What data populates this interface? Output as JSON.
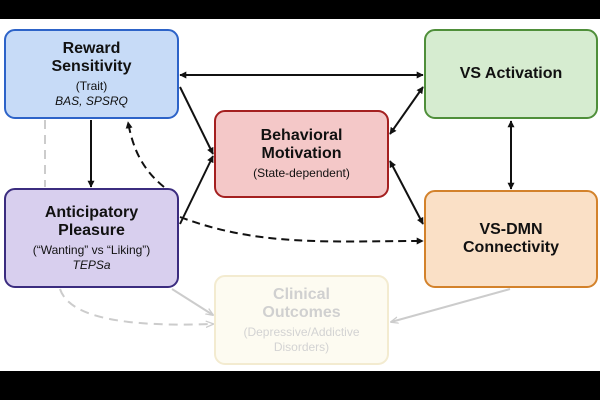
{
  "nodes": {
    "reward": {
      "title": "Reward\nSensitivity",
      "subtitle": "(Trait)",
      "italic": "BAS, SPSRQ"
    },
    "anticipatory": {
      "title": "Anticipatory\nPleasure",
      "subtitle": "(“Wanting” vs “Liking”)",
      "italic": "TEPSa"
    },
    "behavioral": {
      "title": "Behavioral\nMotivation",
      "subtitle": "(State-dependent)"
    },
    "vs_activation": {
      "title": "VS Activation"
    },
    "vs_dmn": {
      "title": "VS-DMN\nConnectivity"
    },
    "clinical": {
      "title": "Clinical\nOutcomes",
      "subtitle": "(Depressive/Addictive\nDisorders)"
    }
  },
  "colors": {
    "reward_fill": "#c7dbf7",
    "reward_border": "#2d63c8",
    "anticipatory_fill": "#d8cfee",
    "anticipatory_border": "#3b2c7f",
    "behavioral_fill": "#f4c8c8",
    "behavioral_border": "#a42020",
    "vs_activation_fill": "#d6ecd0",
    "vs_activation_border": "#4f8f3a",
    "vs_dmn_fill": "#fae0c6",
    "vs_dmn_border": "#d3822b",
    "clinical_fill": "#fdfbf1",
    "clinical_border": "#f3ebd0",
    "arrow": "#111111",
    "faded_arrow": "#cccccc"
  }
}
